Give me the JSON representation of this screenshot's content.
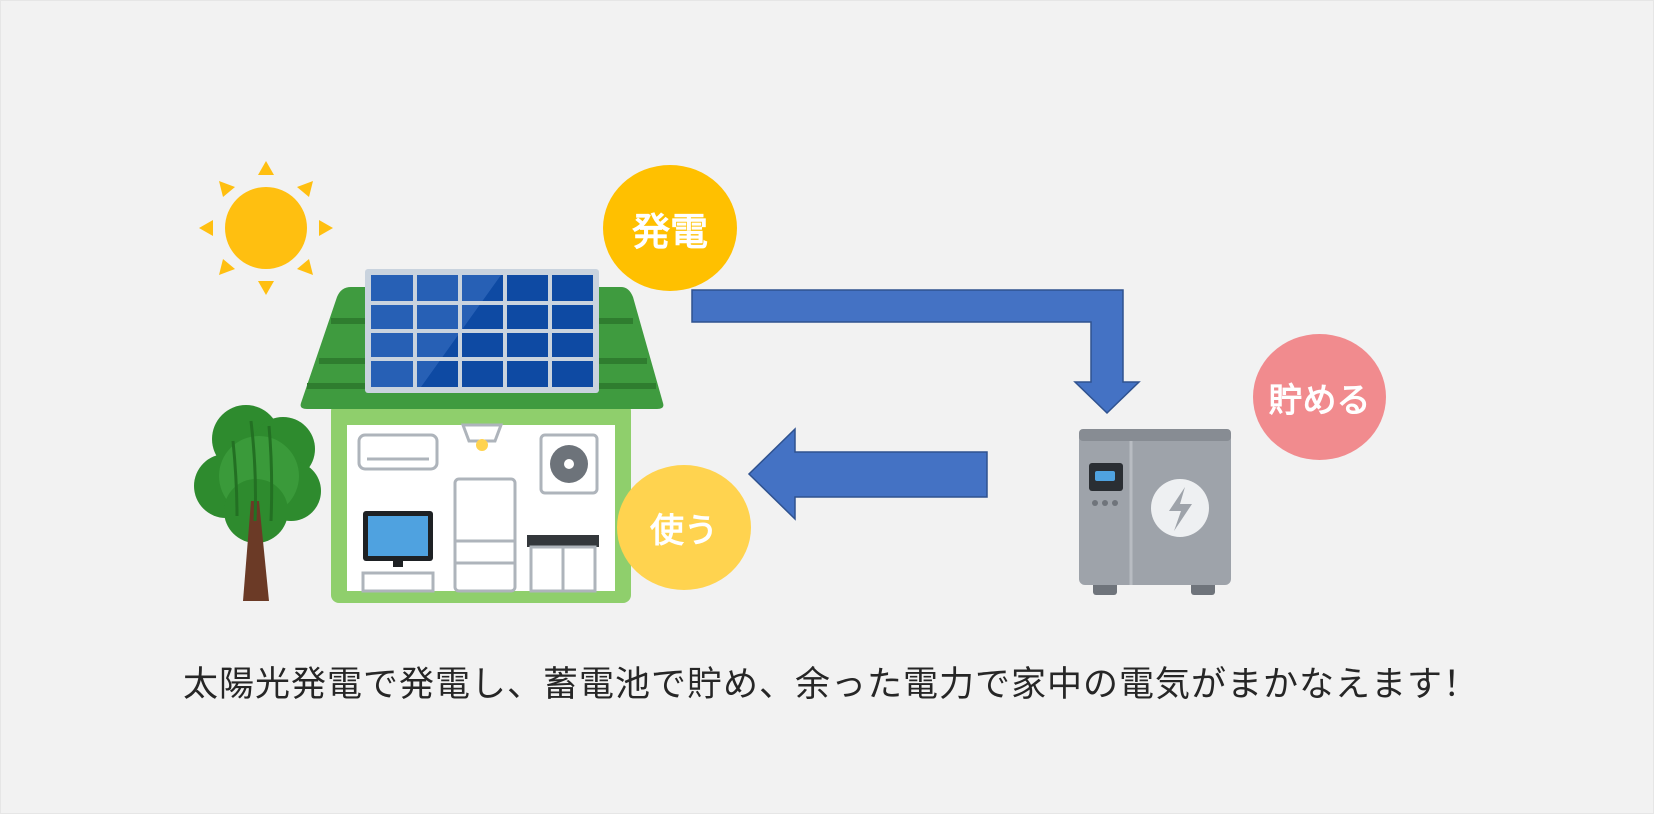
{
  "colors": {
    "background": "#f2f2f2",
    "arrow": "#4472c4",
    "arrow_stroke": "#2f528f",
    "generate_bubble": "#ffc000",
    "store_bubble": "#f18b8e",
    "use_bubble": "#ffd34f",
    "roof": "#3f9b3f",
    "house_wall": "#8fcf6c",
    "solar_panel": "#0e4aa3",
    "sun": "#ffbf10",
    "battery": "#9ea3aa"
  },
  "labels": {
    "generate": "発電",
    "store": "貯める",
    "use": "使う"
  },
  "caption": "太陽光発電で発電し、蓄電池で貯め、余った電力で家中の電気がまかなえます！",
  "icons": [
    "sun-icon",
    "tree-icon",
    "house-icon",
    "solar-panel-icon",
    "battery-unit-icon",
    "lightning-icon"
  ]
}
